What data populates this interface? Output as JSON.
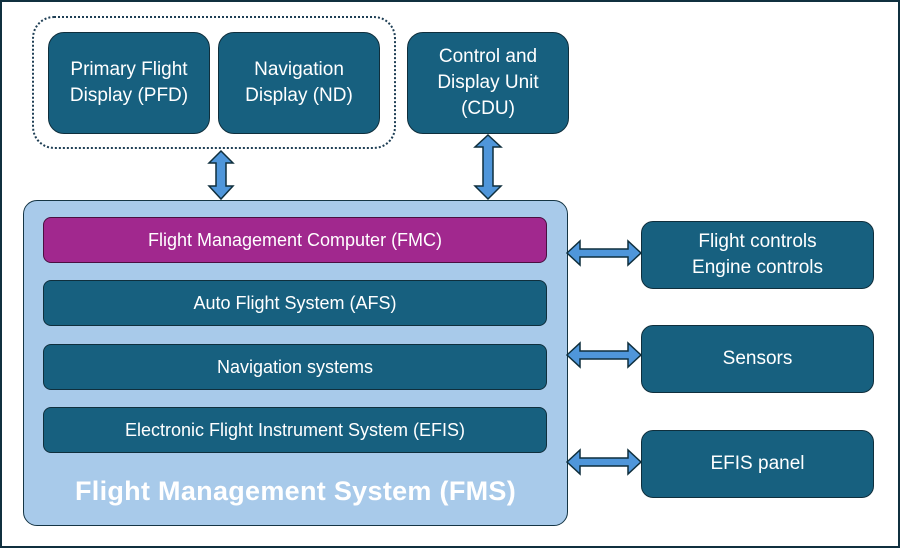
{
  "diagram": {
    "display_group": {
      "pfd": "Primary Flight Display (PFD)",
      "pfd_line1": "Primary Flight",
      "pfd_line2": "Display (PFD)",
      "nd_line1": "Navigation",
      "nd_line2": "Display (ND)"
    },
    "cdu": {
      "line1": "Control and",
      "line2": "Display Unit",
      "line3": "(CDU)"
    },
    "fms": {
      "title": "Flight Management System (FMS)",
      "components": [
        {
          "label": "Flight Management Computer (FMC)",
          "highlight": true
        },
        {
          "label": "Auto Flight System (AFS)",
          "highlight": false
        },
        {
          "label": "Navigation systems",
          "highlight": false
        },
        {
          "label": "Electronic Flight Instrument System (EFIS)",
          "highlight": false
        }
      ]
    },
    "external": {
      "controls_line1": "Flight controls",
      "controls_line2": "Engine controls",
      "sensors": "Sensors",
      "efis_panel": "EFIS panel"
    },
    "colors": {
      "box": "#17607f",
      "fmc": "#a1288e",
      "fms_container": "#a8caea",
      "arrow": "#4f96da"
    }
  }
}
